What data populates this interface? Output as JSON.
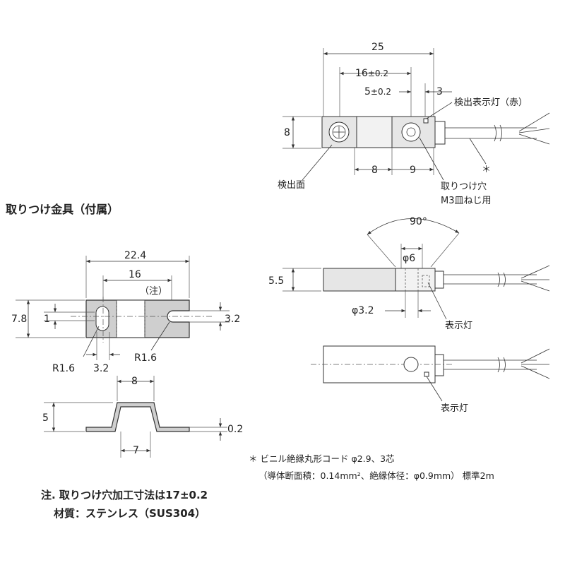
{
  "sensor": {
    "dim_25": "25",
    "dim_16": "16",
    "dim_16_tol": "±0.2",
    "dim_5": "5",
    "dim_5_tol": "±0.2",
    "dim_3": "3",
    "dim_8_height": "8",
    "dim_8": "8",
    "dim_9": "9",
    "label_indicator_red": "検出表示灯（赤）",
    "label_sensing_face": "検出面",
    "label_mount_hole_1": "取りつけ穴",
    "label_mount_hole_2": "M3皿ねじ用",
    "asterisk": "＊"
  },
  "side_view": {
    "angle": "90°",
    "dim_phi6": "φ6",
    "dim_5_5": "5.5",
    "dim_phi3_2": "φ3.2",
    "label_indicator": "表示灯"
  },
  "bottom_view": {
    "label_indicator": "表示灯"
  },
  "bracket": {
    "title": "取りつけ金具（付属）",
    "dim_22_4": "22.4",
    "dim_16": "16",
    "note_ref": "（注）",
    "dim_7_8": "7.8",
    "dim_1": "1",
    "dim_3_2_right": "3.2",
    "dim_r1_6_left": "R1.6",
    "dim_3_2_bottom": "3.2",
    "dim_r1_6_right": "R1.6",
    "profile_dim_8": "8",
    "profile_dim_5": "5",
    "profile_dim_0_2": "0.2",
    "profile_dim_7": "7"
  },
  "notes": {
    "line1": "注. 取りつけ穴加工寸法は17±0.2",
    "line2": "材質：ステンレス（SUS304）"
  },
  "cable_spec": {
    "line1": "＊ ビニル絶縁丸形コード φ2.9、3芯",
    "line2": "（導体断面積：0.14mm²、絶縁体径：φ0.9mm） 標準2m"
  }
}
